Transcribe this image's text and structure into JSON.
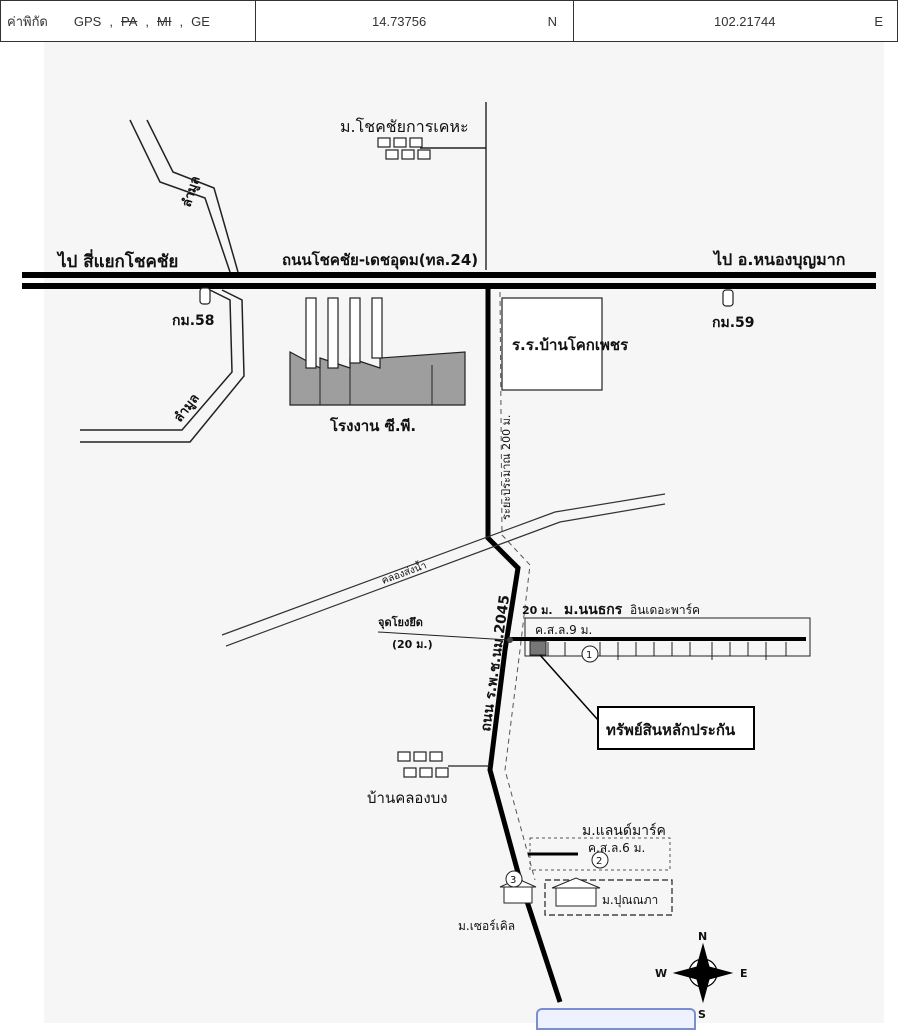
{
  "gps": {
    "label": "ค่าพิกัด",
    "systems": [
      "GPS",
      ",",
      "PA",
      ",",
      "MI",
      ",",
      "GE"
    ],
    "latitude": "14.73756",
    "lat_dir": "N",
    "longitude": "102.21744",
    "lon_dir": "E"
  },
  "map": {
    "road_main": "ถนนโชคชัย-เดชอุดม(ทล.24)",
    "to_west": "ไป สี่แยกโชคชัย",
    "to_east": "ไป อ.หนองบุญมาก",
    "km58": "กม.58",
    "km59": "กม.59",
    "river_top": "ลำมูล",
    "river_bottom": "ลำมูล",
    "village_top": "ม.โชคชัยการเคหะ",
    "school": "ร.ร.บ้านโคกเพชร",
    "factory": "โรงงาน ซี.พี.",
    "distance": "ระยะประมาณ 200 ม.",
    "canal": "คลองส่งน้ำ",
    "road_side": "ถนน ร.พ.ช.นม.2045",
    "reference_point": "จุดโยงยึด",
    "reference_dist": "(20 ม.)",
    "dist_20": "20 ม.",
    "village_nonthakorn": "ม.นนธกร",
    "village_nonthakorn_sub": "อินเดอะพาร์ค",
    "road_ksl9": "ค.ส.ล.9 ม.",
    "collateral": "ทรัพย์สินหลักประกัน",
    "village_khlongbong": "บ้านคลองบง",
    "village_landmark": "ม.แลนด์มาร์ค",
    "road_ksl6": "ค.ส.ล.6 ม.",
    "village_punnapha": "ม.ปุณณภา",
    "village_circle": "ม.เซอร์เคิล",
    "marker1": "1",
    "marker2": "2",
    "marker3": "3",
    "compass": {
      "n": "N",
      "s": "S",
      "e": "E",
      "w": "W"
    }
  }
}
